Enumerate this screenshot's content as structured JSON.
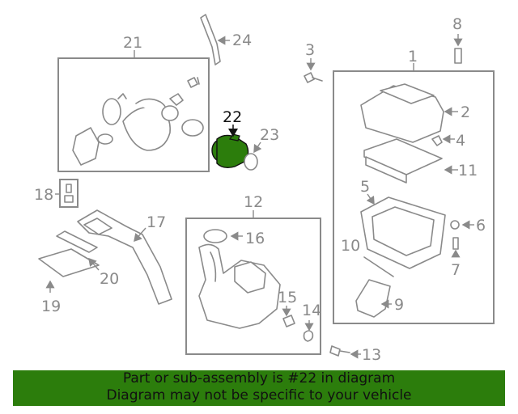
{
  "callouts": {
    "c1": "1",
    "c2": "2",
    "c3": "3",
    "c4": "4",
    "c5": "5",
    "c6": "6",
    "c7": "7",
    "c8": "8",
    "c9": "9",
    "c10": "10",
    "c11": "11",
    "c12": "12",
    "c13": "13",
    "c14": "14",
    "c15": "15",
    "c16": "16",
    "c17": "17",
    "c18": "18",
    "c19": "19",
    "c20": "20",
    "c21": "21",
    "c22": "22",
    "c23": "23",
    "c24": "24"
  },
  "highlight": {
    "part": "22",
    "color": "#2c7d0c"
  },
  "banner": {
    "line1": "Part or sub-assembly is #22 in diagram",
    "line2": "Diagram may not be specific to your vehicle",
    "background": "#2c7d0c"
  }
}
